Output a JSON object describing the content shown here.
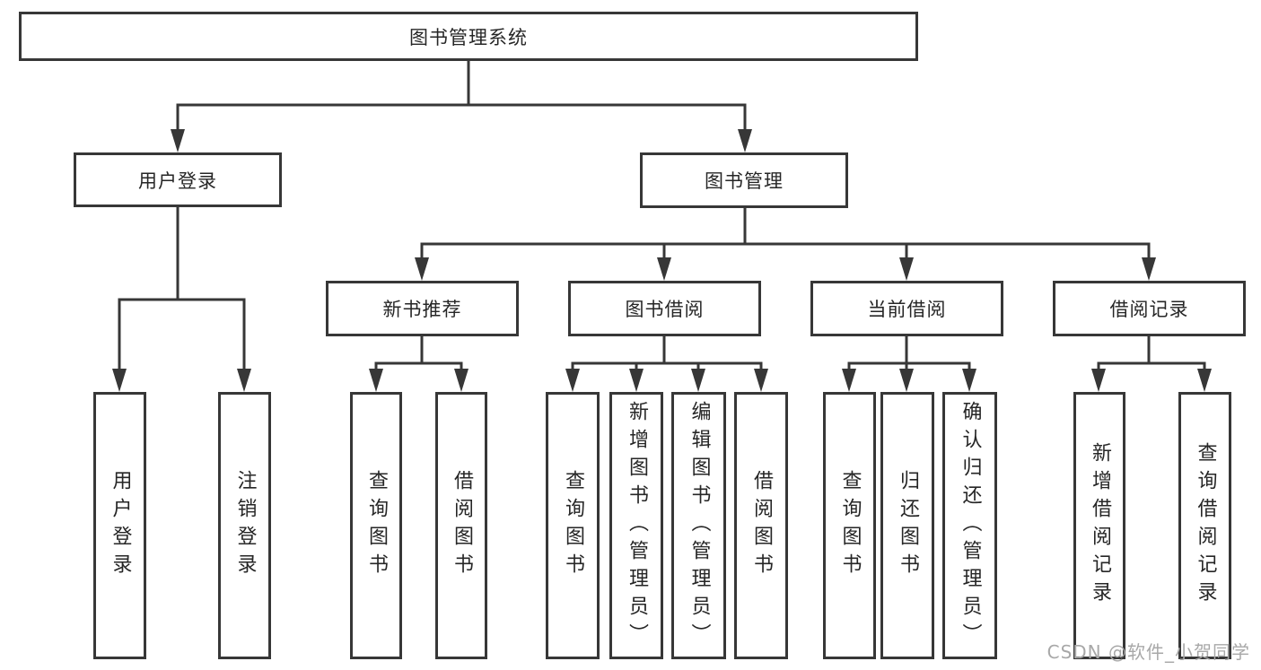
{
  "diagram": {
    "root": {
      "label": "图书管理系统"
    },
    "branches": [
      {
        "label": "用户登录",
        "children": [
          {
            "label": "用户登录"
          },
          {
            "label": "注销登录"
          }
        ]
      },
      {
        "label": "图书管理",
        "children": [
          {
            "label": "新书推荐",
            "children": [
              {
                "label": "查询图书"
              },
              {
                "label": "借阅图书"
              }
            ]
          },
          {
            "label": "图书借阅",
            "children": [
              {
                "label": "查询图书"
              },
              {
                "label": "新增图书（管理员）"
              },
              {
                "label": "编辑图书（管理员）"
              },
              {
                "label": "借阅图书"
              }
            ]
          },
          {
            "label": "当前借阅",
            "children": [
              {
                "label": "查询图书"
              },
              {
                "label": "归还图书"
              },
              {
                "label": "确认归还（管理员）"
              }
            ]
          },
          {
            "label": "借阅记录",
            "children": [
              {
                "label": "新增借阅记录"
              },
              {
                "label": "查询借阅记录"
              }
            ]
          }
        ]
      }
    ],
    "watermark": "CSDN @软件_小贺同学",
    "colors": {
      "line": "#373737",
      "text": "#262626",
      "watermark": "#a8a8a8"
    }
  }
}
